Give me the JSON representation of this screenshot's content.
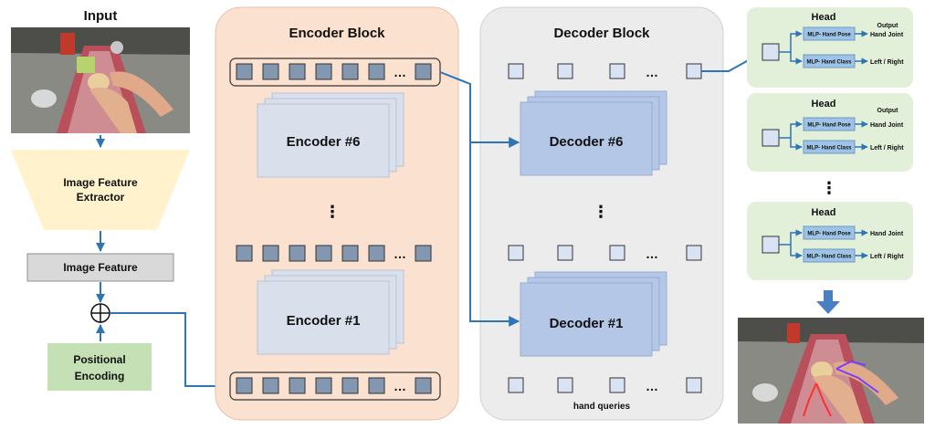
{
  "input_label": "Input",
  "feature_extractor_label": [
    "Image Feature",
    "Extractor"
  ],
  "image_feature_label": "Image Feature",
  "positional_encoding_label": [
    "Positional",
    "Encoding"
  ],
  "encoder_block_title": "Encoder Block",
  "decoder_block_title": "Decoder Block",
  "encoder_top_label": "Encoder #6",
  "encoder_bottom_label": "Encoder #1",
  "decoder_top_label": "Decoder #6",
  "decoder_bottom_label": "Decoder #1",
  "hand_queries_label": "hand queries",
  "ellipsis": "…",
  "vertical_ellipsis": "⋮",
  "heads": [
    {
      "title": "Head",
      "output_label": "Output",
      "mlp_pose_label": "MLP- Hand Pose",
      "mlp_class_label": "MLP- Hand Class",
      "pose_output": "Hand Joint",
      "class_output": "Left / Right"
    },
    {
      "title": "Head",
      "output_label": "Output",
      "mlp_pose_label": "MLP- Hand Pose",
      "mlp_class_label": "MLP- Hand Class",
      "pose_output": "Hand Joint",
      "class_output": "Left / Right"
    },
    {
      "title": "Head",
      "mlp_pose_label": "MLP- Hand Pose",
      "mlp_class_label": "MLP- Hand Class",
      "pose_output": "Hand Joint",
      "class_output": "Left / Right"
    }
  ],
  "colors": {
    "encoder_panel": "#fbe1cf",
    "decoder_panel": "#ececec",
    "head_panel": "#e2efd9",
    "encoder_layer": "#d9e0ec",
    "decoder_layer": "#b4c7e7",
    "token_fill": "#8497b0",
    "query_fill": "#dae3f3",
    "extractor_fill": "#fff2cc",
    "feature_fill": "#d9d9d9",
    "posenc_fill": "#c5e0b4",
    "mlp_fill": "#9dc3e6",
    "arrow": "#2e75b6"
  }
}
